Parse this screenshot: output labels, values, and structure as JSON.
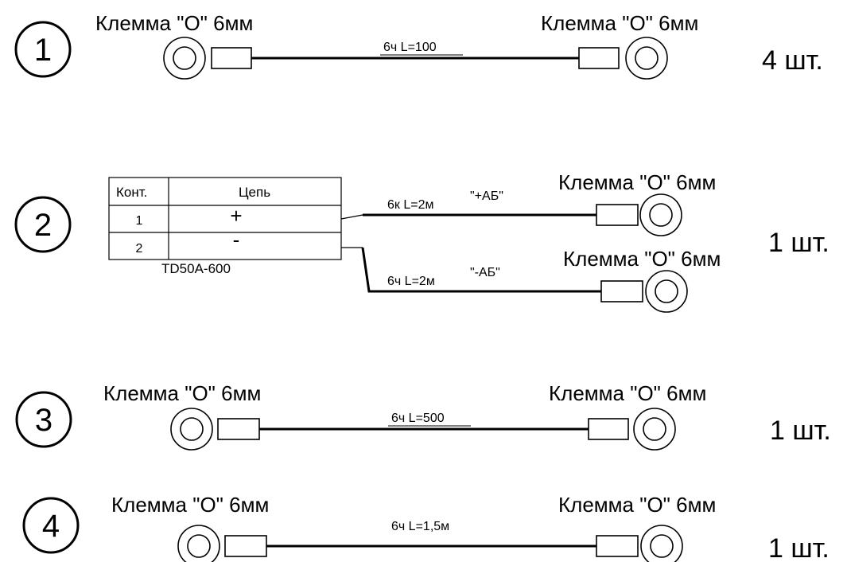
{
  "assemblies": [
    {
      "number": "1",
      "left_terminal": "Клемма \"О\" 6мм",
      "right_terminal": "Клемма \"О\" 6мм",
      "wire_label": "6ч  L=100",
      "quantity": "4 шт."
    },
    {
      "number": "2",
      "connector": {
        "name": "TD50A-600",
        "headers": [
          "Конт.",
          "Цепь"
        ],
        "rows": [
          {
            "contact": "1",
            "circuit": "+"
          },
          {
            "contact": "2",
            "circuit": "-"
          }
        ]
      },
      "wires": [
        {
          "label": "6к L=2м",
          "signal": "\"+АБ\"",
          "terminal": "Клемма \"О\" 6мм"
        },
        {
          "label": "6ч L=2м",
          "signal": "\"-АБ\"",
          "terminal": "Клемма \"О\" 6мм"
        }
      ],
      "quantity": "1 шт."
    },
    {
      "number": "3",
      "left_terminal": "Клемма \"О\" 6мм",
      "right_terminal": "Клемма \"О\" 6мм",
      "wire_label": "6ч  L=500",
      "quantity": "1 шт."
    },
    {
      "number": "4",
      "left_terminal": "Клемма \"О\" 6мм",
      "right_terminal": "Клемма \"О\" 6мм",
      "wire_label": "6ч  L=1,5м",
      "quantity": "1 шт."
    }
  ]
}
